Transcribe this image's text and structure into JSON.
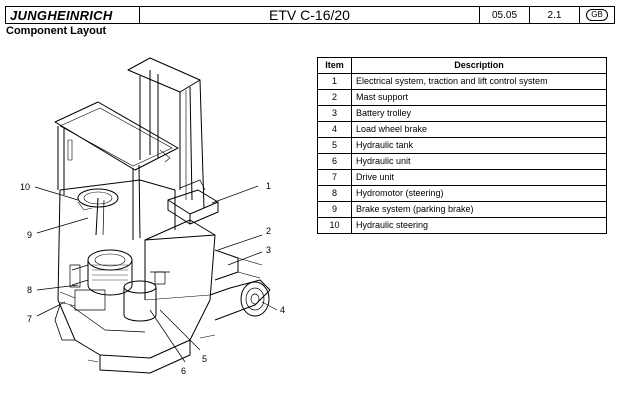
{
  "header": {
    "logo_text": "JUNGHEINRICH",
    "title": "ETV C-16/20",
    "date": "05.05",
    "page": "2.1",
    "language": "GB"
  },
  "section_title": "Component Layout",
  "table": {
    "headers": {
      "item": "Item",
      "description": "Description"
    },
    "rows": [
      {
        "item": "1",
        "description": "Electrical system, traction and lift control system"
      },
      {
        "item": "2",
        "description": "Mast support"
      },
      {
        "item": "3",
        "description": "Battery trolley"
      },
      {
        "item": "4",
        "description": "Load wheel brake"
      },
      {
        "item": "5",
        "description": "Hydraulic tank"
      },
      {
        "item": "6",
        "description": "Hydraulic unit"
      },
      {
        "item": "7",
        "description": "Drive unit"
      },
      {
        "item": "8",
        "description": "Hydromotor (steering)"
      },
      {
        "item": "9",
        "description": "Brake system (parking brake)"
      },
      {
        "item": "10",
        "description": "Hydraulic steering"
      }
    ]
  },
  "callouts": [
    "1",
    "2",
    "3",
    "4",
    "5",
    "6",
    "7",
    "8",
    "9",
    "10"
  ]
}
